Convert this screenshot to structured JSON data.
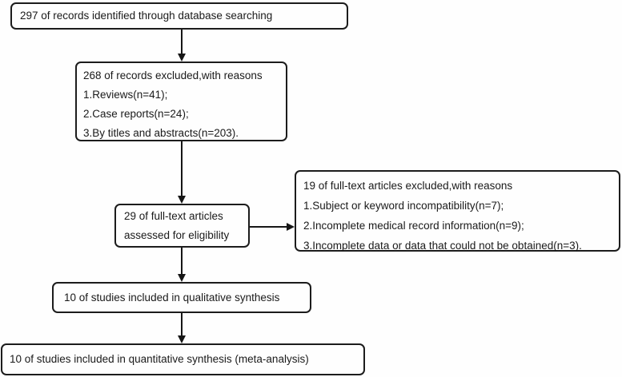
{
  "diagram": {
    "type": "flowchart",
    "colors": {
      "box_border": "#1c1c1c",
      "text": "#1a1a1a",
      "background": "#fefefe",
      "arrow": "#161616"
    },
    "boxes": {
      "identified": {
        "text": "297 of records identified through database searching"
      },
      "records_excluded": {
        "title": "268 of records excluded,with reasons",
        "reasons": [
          "1.Reviews(n=41);",
          "2.Case reports(n=24);",
          "3.By titles and abstracts(n=203)."
        ]
      },
      "assessed": {
        "line1": "29 of full-text articles",
        "line2": "assessed for eligibility"
      },
      "fulltext_excluded": {
        "title": "19 of full-text articles excluded,with reasons",
        "reasons": [
          "1.Subject or keyword incompatibility(n=7);",
          "2.Incomplete medical record information(n=9);",
          "3.Incomplete data or data that could not be obtained(n=3)."
        ]
      },
      "qualitative": {
        "text": "10 of studies included in qualitative synthesis"
      },
      "quantitative": {
        "text": "10 of studies included in quantitative synthesis (meta-analysis)"
      }
    }
  }
}
